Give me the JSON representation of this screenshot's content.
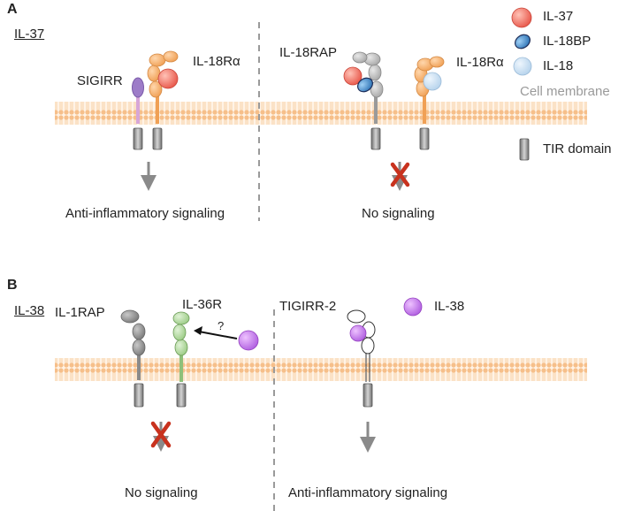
{
  "panel_a": {
    "letter": "A",
    "heading": "IL-37",
    "labels": {
      "sigirr": "SIGIRR",
      "il18ra_left": "IL-18Rα",
      "il18rap": "IL-18RAP",
      "il18ra_right": "IL-18Rα"
    },
    "legend": {
      "il37": "IL-37",
      "il18bp": "IL-18BP",
      "il18": "IL-18",
      "membrane": "Cell membrane",
      "tir": "TIR domain"
    },
    "outcome_left": "Anti-inflammatory signaling",
    "outcome_right": "No signaling"
  },
  "panel_b": {
    "letter": "B",
    "heading": "IL-38",
    "labels": {
      "il1rap": "IL-1RAP",
      "il36r": "IL-36R",
      "question": "?",
      "tigirr2": "TIGIRR-2",
      "il38": "IL-38"
    },
    "outcome_left": "No signaling",
    "outcome_right": "Anti-inflammatory signaling"
  },
  "colors": {
    "il37": "#e8574a",
    "il18bp": "#3f84c2",
    "il18": "#bcd7ee",
    "il38": "#b264e0",
    "receptor_orange": "#f0a055",
    "receptor_grey": "#9a9a9a",
    "receptor_green": "#8ec07a",
    "sigirr": "#9d7cc8",
    "membrane": "#f7c99a",
    "inhibition_x": "#c8321e"
  }
}
